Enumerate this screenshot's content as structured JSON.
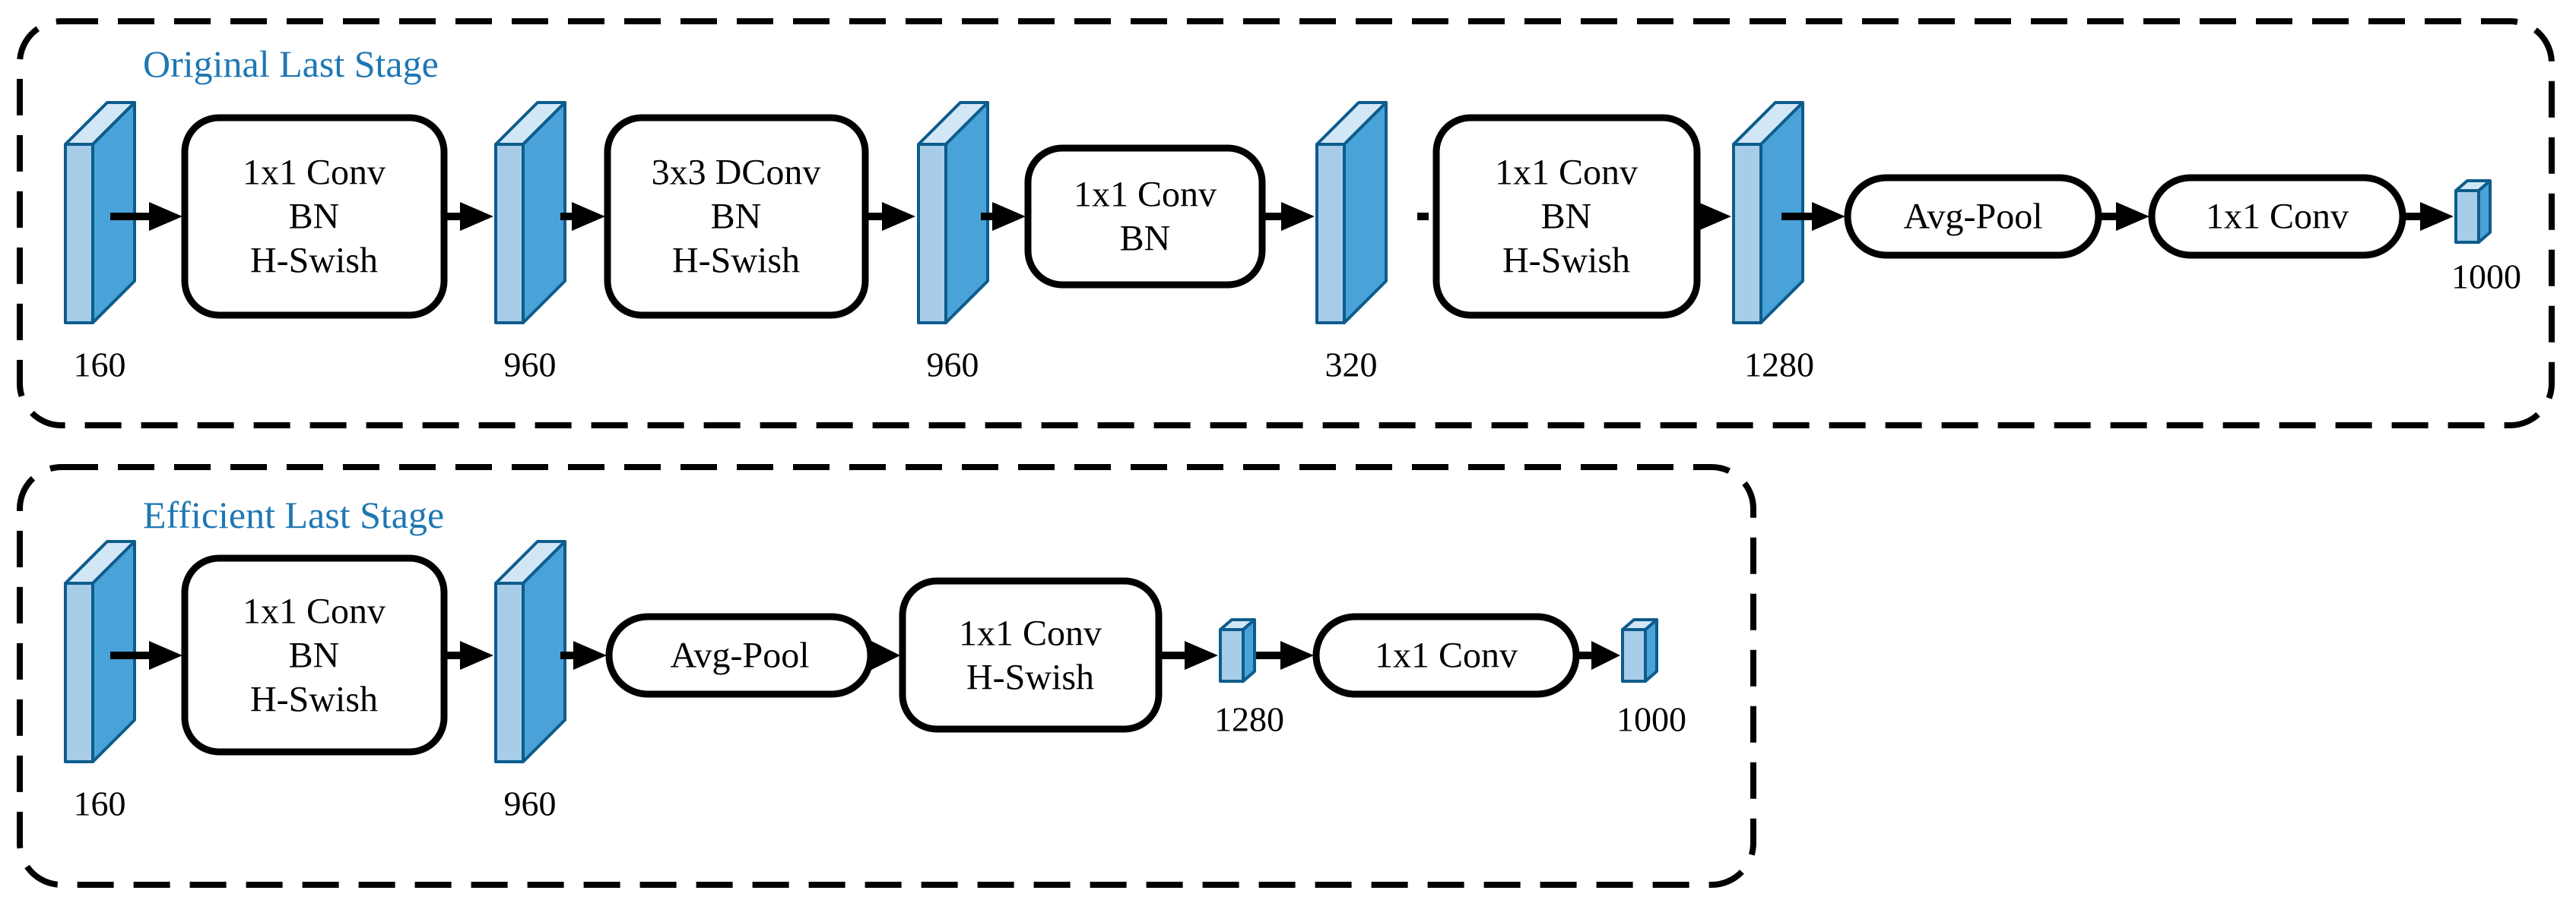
{
  "colors": {
    "title_blue": "#1f77b4",
    "slab_front": "#a7cde9",
    "slab_side": "#4aa3d8",
    "slab_top": "#d2e7f6",
    "slab_outline": "#0d5c8c",
    "op_outline": "#000000",
    "op_fill": "#ffffff",
    "panel_border": "#000000"
  },
  "original": {
    "title": "Original Last Stage",
    "tensors": [
      {
        "label": "160"
      },
      {
        "label": "960"
      },
      {
        "label": "960"
      },
      {
        "label": "320"
      },
      {
        "label": "1280"
      },
      {
        "label": "1000"
      }
    ],
    "ops": [
      {
        "lines": [
          "1x1 Conv",
          "BN",
          "H-Swish"
        ]
      },
      {
        "lines": [
          "3x3 DConv",
          "BN",
          "H-Swish"
        ]
      },
      {
        "lines": [
          "1x1 Conv",
          "BN"
        ]
      },
      {
        "lines": [
          "1x1 Conv",
          "BN",
          "H-Swish"
        ]
      },
      {
        "lines": [
          "Avg-Pool"
        ]
      },
      {
        "lines": [
          "1x1 Conv"
        ]
      }
    ]
  },
  "efficient": {
    "title": "Efficient Last Stage",
    "tensors": [
      {
        "label": "160"
      },
      {
        "label": "960"
      },
      {
        "label": "1280"
      },
      {
        "label": "1000"
      }
    ],
    "ops": [
      {
        "lines": [
          "1x1 Conv",
          "BN",
          "H-Swish"
        ]
      },
      {
        "lines": [
          "Avg-Pool"
        ]
      },
      {
        "lines": [
          "1x1 Conv",
          "H-Swish"
        ]
      },
      {
        "lines": [
          "1x1 Conv"
        ]
      }
    ]
  }
}
